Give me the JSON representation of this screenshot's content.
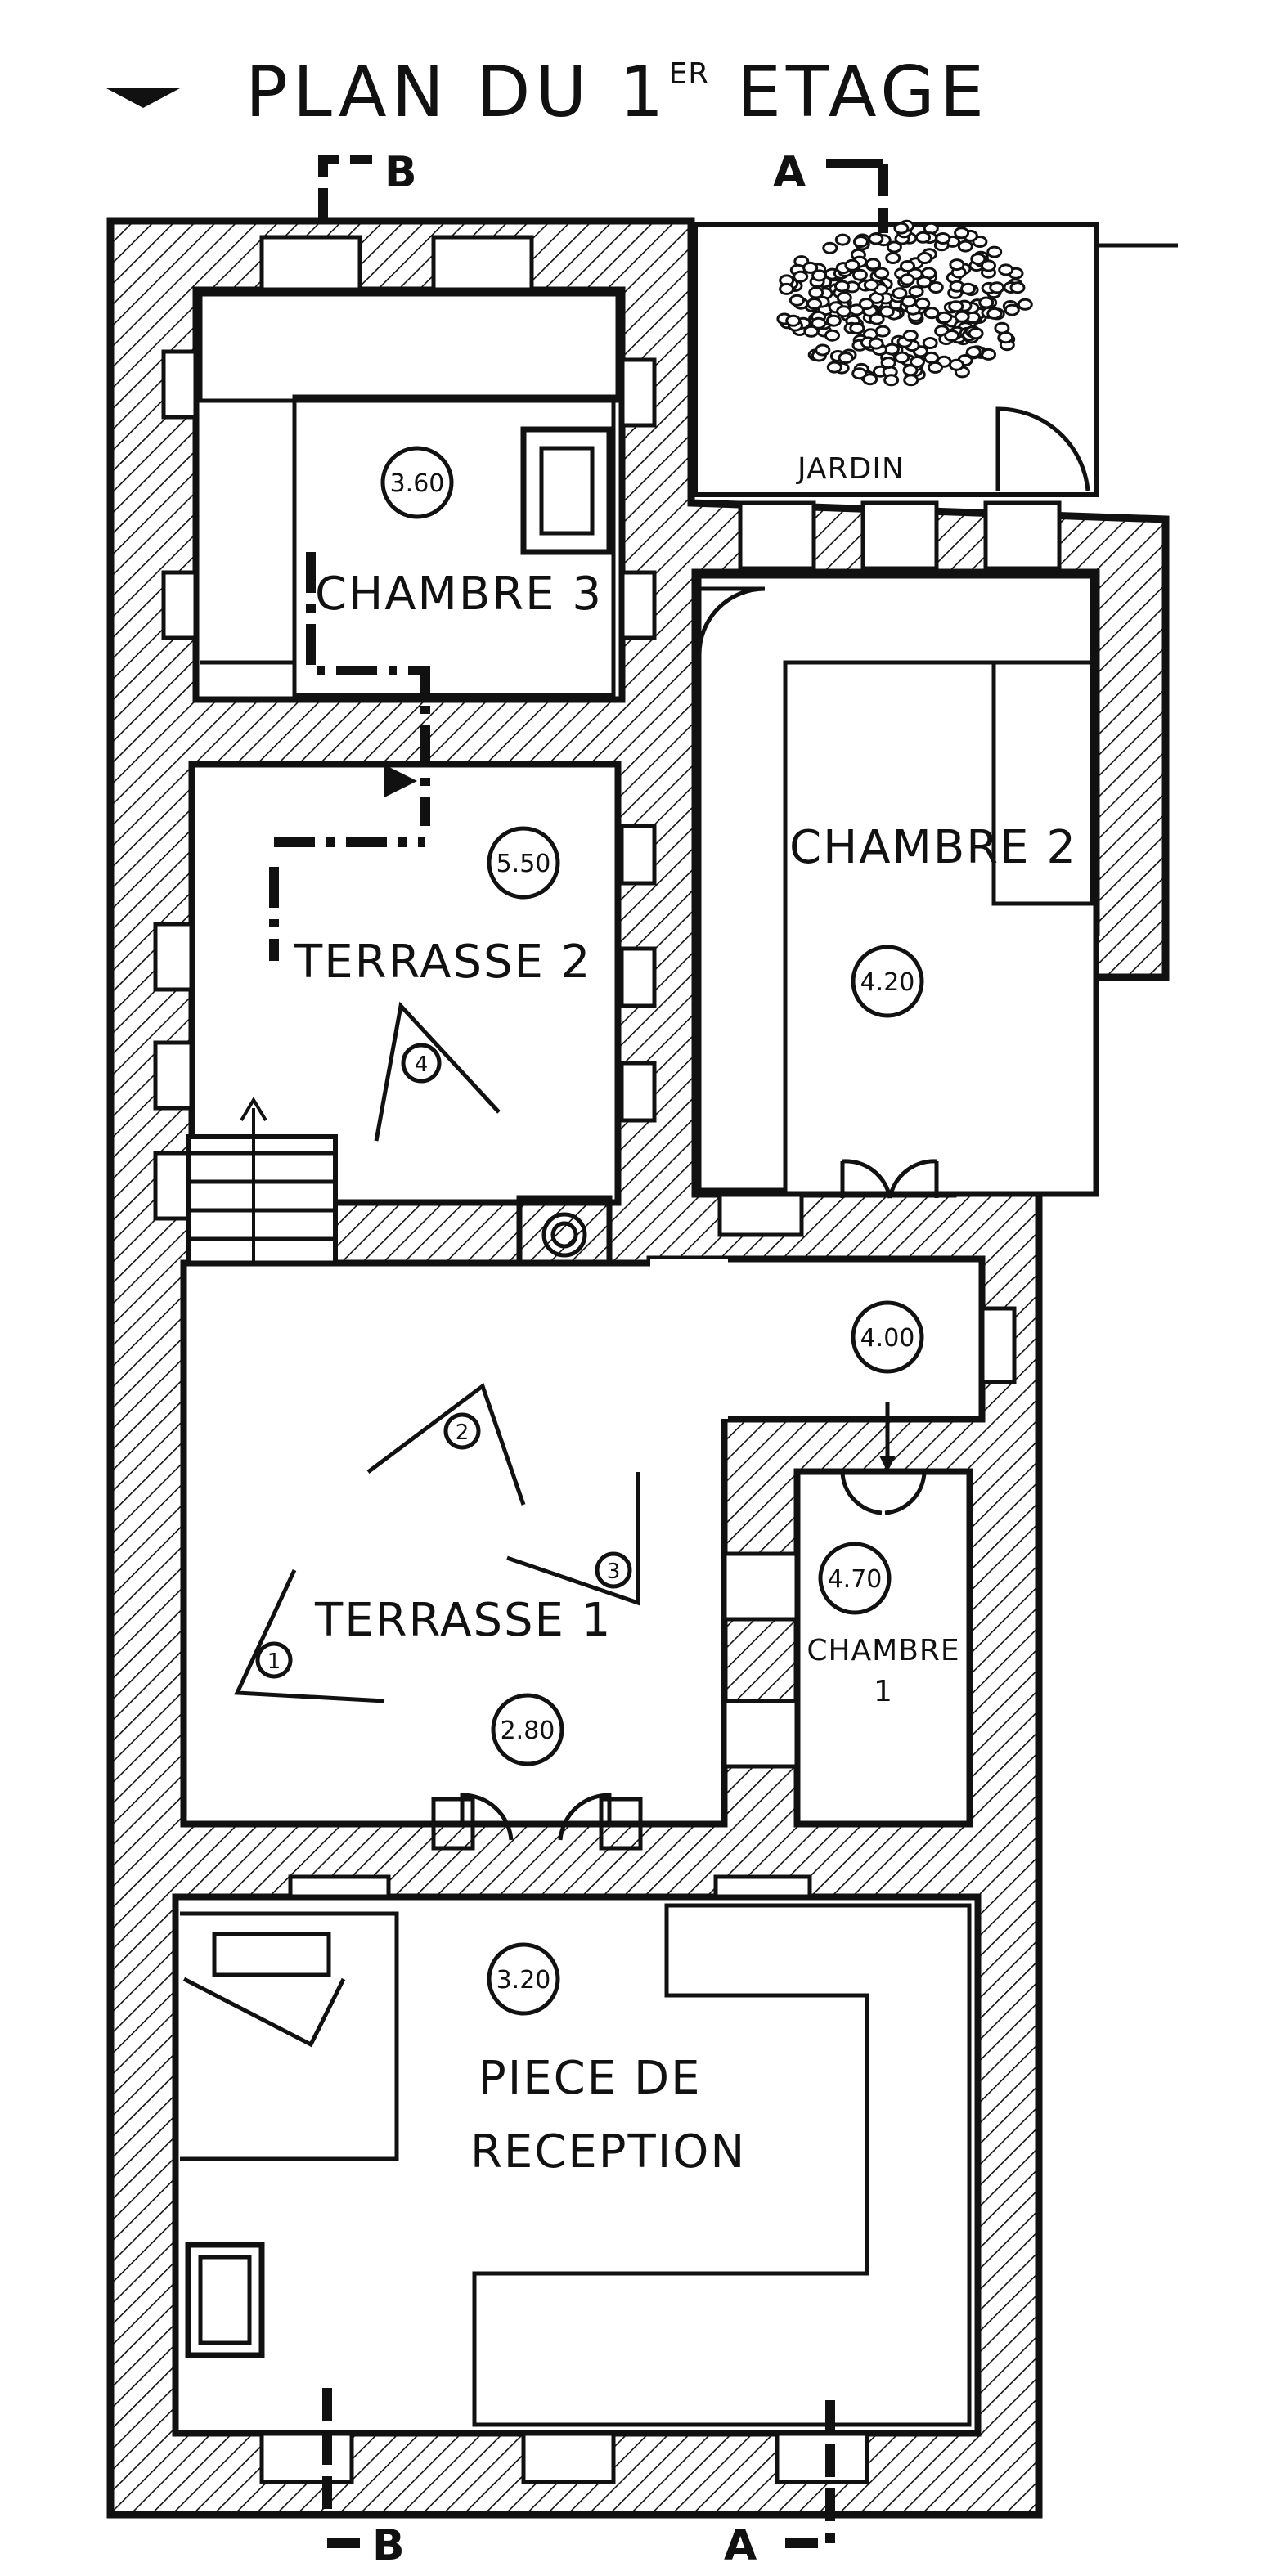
{
  "plan": {
    "title": "PLAN DU 1ER ETAGE",
    "title_main": "PLAN DU 1",
    "title_sup": "ER",
    "title_end": " ETAGE"
  },
  "rooms": {
    "chambre3": "CHAMBRE 3",
    "jardin": "JARDIN",
    "terrasse2": "TERRASSE 2",
    "chambre2": "CHAMBRE 2",
    "terrasse1": "TERRASSE 1",
    "chambre1_line1": "CHAMBRE",
    "chambre1_line2": "1",
    "reception_line1": "PIECE DE",
    "reception_line2": "RECEPTION"
  },
  "levels": {
    "chambre3": "3.60",
    "terrasse2": "5.50",
    "chambre2": "4.20",
    "stair_landing": "4.00",
    "chambre1": "4.70",
    "terrasse1": "2.80",
    "reception": "3.20"
  },
  "viewpoints": [
    "1",
    "2",
    "3",
    "4"
  ],
  "sections": {
    "a_top": "A",
    "b_top": "B",
    "a_bottom": "A",
    "b_bottom": "B"
  },
  "colors": {
    "ink": "#111111",
    "paper": "#ffffff"
  }
}
